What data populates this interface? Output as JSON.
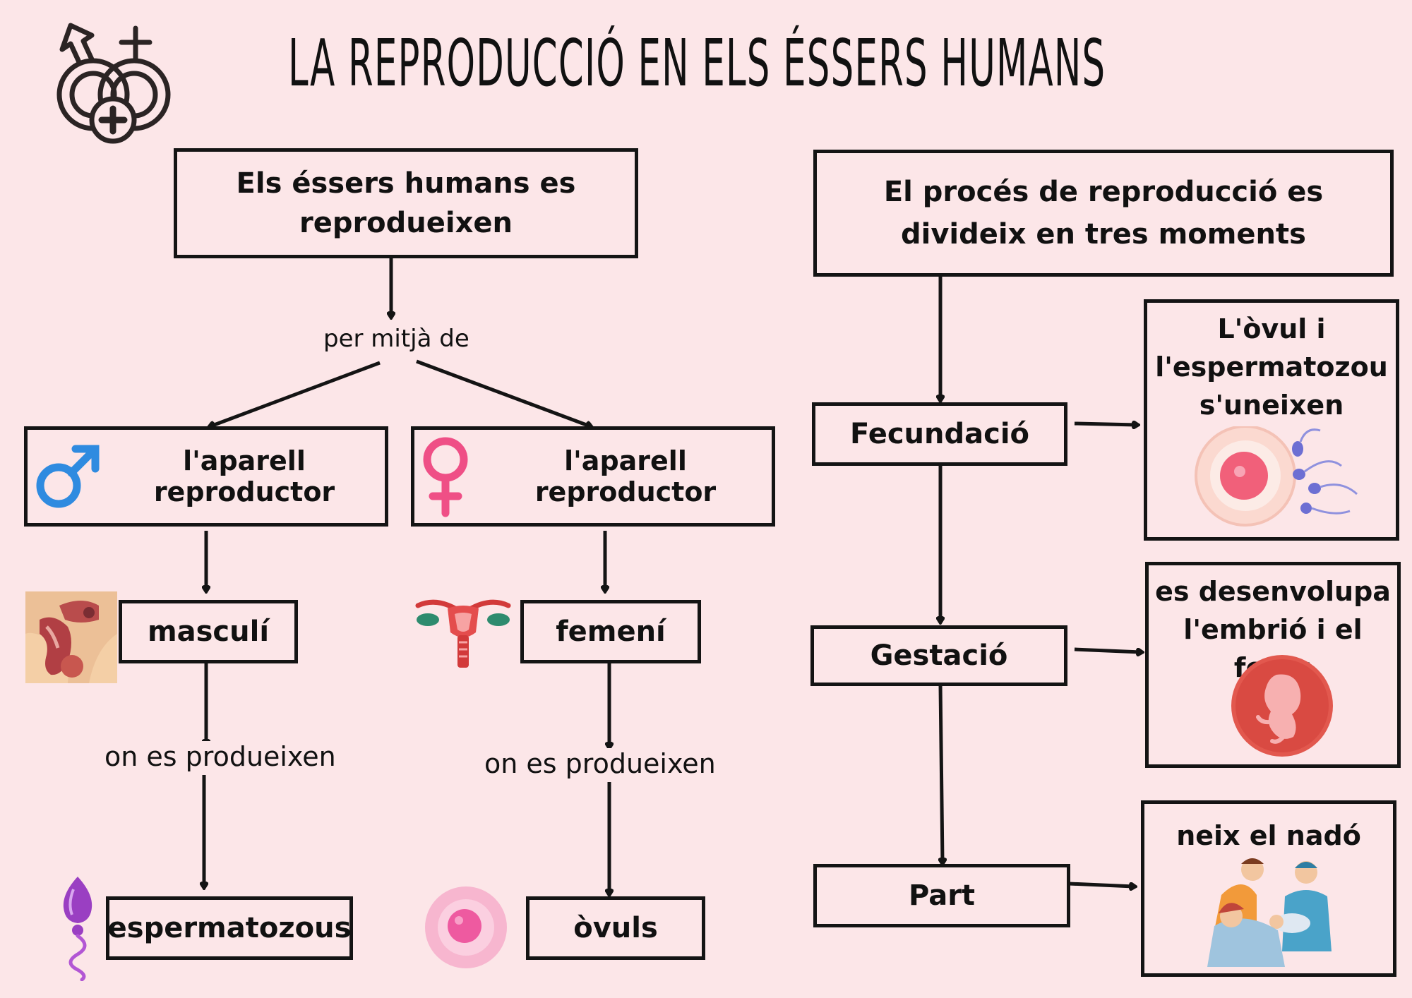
{
  "title": "LA REPRODUCCIÓ EN ELS ÉSSERS HUMANS",
  "left": {
    "intro": "Els éssers humans es reprodueixen",
    "connector": "per mitjà de",
    "male_box": "l'aparell reproductor",
    "female_box": "l'aparell reproductor",
    "male": "masculí",
    "female": "femení",
    "male_connector": "on es produeixen",
    "female_connector": "on es produeixen",
    "male_cells": "espermatozous",
    "female_cells": "òvuls"
  },
  "right": {
    "intro": "El procés de reproducció es divideix en tres moments",
    "stages": [
      {
        "name": "Fecundació",
        "description": "L'òvul i l'espermatozou s'uneixen"
      },
      {
        "name": "Gestació",
        "description": "es desenvolupa l'embrió i el fetus"
      },
      {
        "name": "Part",
        "description": "neix el nadó"
      }
    ]
  },
  "icons": {
    "logo": "gender-symbols-icon",
    "male": "male-symbol-icon",
    "female": "female-symbol-icon"
  },
  "colors": {
    "background": "#fce6e8",
    "male_symbol": "#2f8be0",
    "female_symbol": "#ef4f86",
    "line": "#141414"
  }
}
